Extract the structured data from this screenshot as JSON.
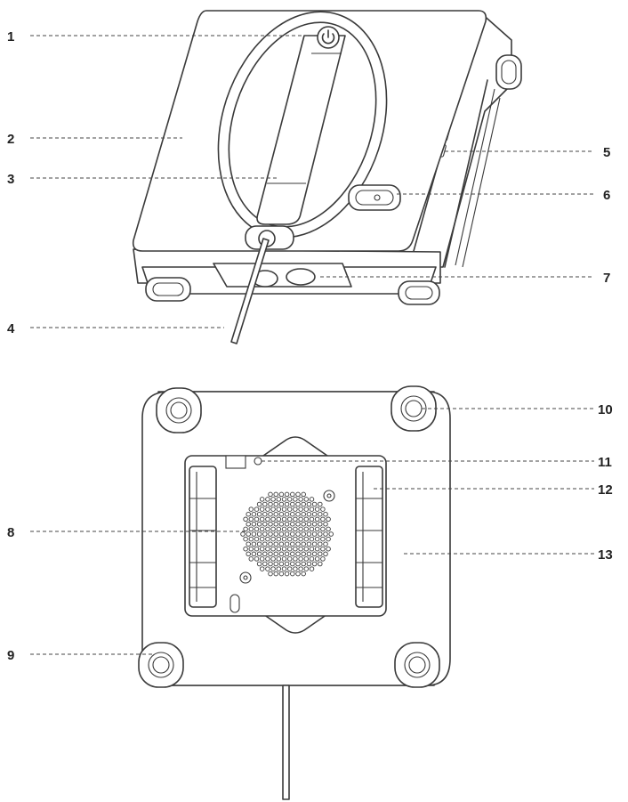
{
  "callouts": [
    {
      "id": "1",
      "label": "1"
    },
    {
      "id": "2",
      "label": "2"
    },
    {
      "id": "3",
      "label": "3"
    },
    {
      "id": "4",
      "label": "4"
    },
    {
      "id": "5",
      "label": "5"
    },
    {
      "id": "6",
      "label": "6"
    },
    {
      "id": "7",
      "label": "7"
    },
    {
      "id": "8",
      "label": "8"
    },
    {
      "id": "9",
      "label": "9"
    },
    {
      "id": "10",
      "label": "10"
    },
    {
      "id": "11",
      "label": "11"
    },
    {
      "id": "12",
      "label": "12"
    },
    {
      "id": "13",
      "label": "13"
    }
  ],
  "colors": {
    "outline": "#3a3a3a",
    "background": "#ffffff",
    "label": "#222222"
  },
  "icons": {
    "power": "power-icon"
  }
}
